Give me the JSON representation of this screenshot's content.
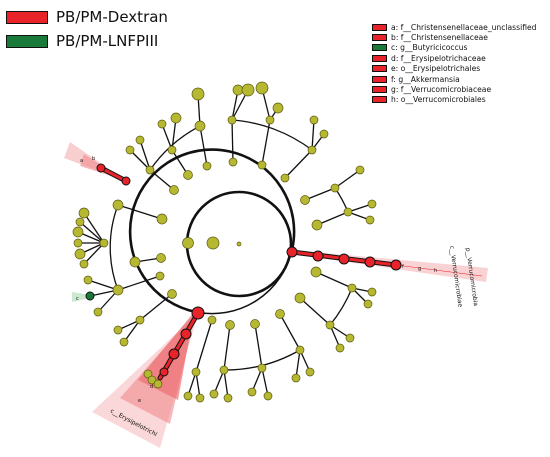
{
  "legend": {
    "groups": [
      {
        "label": "PB/PM-Dextran",
        "color": "#e8242a"
      },
      {
        "label": "PB/PM-LNFPIII",
        "color": "#1a7a3a"
      }
    ]
  },
  "taxa": [
    {
      "text": "a: f__Christensenellaceae_unclassified",
      "color": "#e8242a"
    },
    {
      "text": "b: f__Christensenellaceae",
      "color": "#e8242a"
    },
    {
      "text": "c: g__Butyricicoccus",
      "color": "#1a7a3a"
    },
    {
      "text": "d: f__Erysipelotrichaceae",
      "color": "#e8242a"
    },
    {
      "text": "e: o__Erysipelotrichales",
      "color": "#e8242a"
    },
    {
      "text": "f: g__Akkermansia",
      "color": "#e8242a"
    },
    {
      "text": "g: f__Verrucomicrobiaceae",
      "color": "#e8242a"
    },
    {
      "text": "h: o__Verrucomicrobiales",
      "color": "#e8242a"
    }
  ],
  "clade_labels": {
    "p_verruco": "p__Verrucomicrobia",
    "c_verruco": "c__Verrucomicrobiae",
    "c_erysip": "c__Erysipelotrichi",
    "a": "a",
    "b": "b",
    "c": "c",
    "d": "d",
    "e": "e",
    "f": "f",
    "g": "g",
    "h": "h"
  },
  "colors": {
    "node_default": "#b7b832",
    "node_stroke": "#5a5a10",
    "dextran": "#e8242a",
    "lnfpiii": "#1a7a3a",
    "highlight_red": "#f4a6a8",
    "highlight_green": "#bfe3c4"
  }
}
